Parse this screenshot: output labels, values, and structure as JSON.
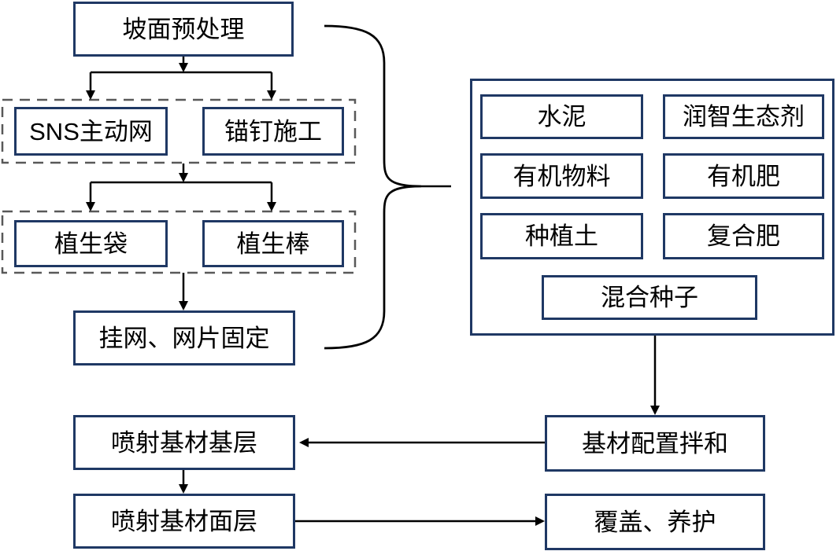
{
  "diagram": {
    "type": "flowchart",
    "language": "zh-CN",
    "colors": {
      "box_border": "#1f3864",
      "dashed_group_border": "#595959",
      "connector_line": "#000000",
      "text": "#000000",
      "background": "#ffffff"
    },
    "nodes": {
      "slope_pretreatment": {
        "label": "坡面预处理"
      },
      "sns_active_net": {
        "label": "SNS主动网"
      },
      "anchor_bolt_construction": {
        "label": "锚钉施工"
      },
      "vegetation_bag": {
        "label": "植生袋"
      },
      "vegetation_rod": {
        "label": "植生棒"
      },
      "hang_net_fixing": {
        "label": "挂网、网片固定"
      },
      "cement": {
        "label": "水泥"
      },
      "runzhi_eco_agent": {
        "label": "润智生态剂"
      },
      "organic_material": {
        "label": "有机物料"
      },
      "organic_fertilizer": {
        "label": "有机肥"
      },
      "planting_soil": {
        "label": "种植土"
      },
      "compound_fertilizer": {
        "label": "复合肥"
      },
      "mixed_seeds": {
        "label": "混合种子"
      },
      "substrate_mixing": {
        "label": "基材配置拌和"
      },
      "spray_substrate_base": {
        "label": "喷射基材基层"
      },
      "spray_substrate_surface": {
        "label": "喷射基材面层"
      },
      "cover_maintenance": {
        "label": "覆盖、养护"
      }
    },
    "groups": [
      {
        "name": "dashed_group_1",
        "members": [
          "sns_active_net",
          "anchor_bolt_construction"
        ],
        "style": "dashed"
      },
      {
        "name": "dashed_group_2",
        "members": [
          "vegetation_bag",
          "vegetation_rod"
        ],
        "style": "dashed"
      },
      {
        "name": "materials_panel",
        "members": [
          "cement",
          "runzhi_eco_agent",
          "organic_material",
          "organic_fertilizer",
          "planting_soil",
          "compound_fertilizer",
          "mixed_seeds"
        ],
        "style": "solid"
      }
    ],
    "edges": [
      {
        "from": "slope_pretreatment",
        "to": "sns_active_net",
        "type": "arrow"
      },
      {
        "from": "slope_pretreatment",
        "to": "anchor_bolt_construction",
        "type": "arrow"
      },
      {
        "from": "dashed_group_1",
        "to": "vegetation_bag",
        "type": "arrow"
      },
      {
        "from": "dashed_group_1",
        "to": "vegetation_rod",
        "type": "arrow"
      },
      {
        "from": "dashed_group_2",
        "to": "hang_net_fixing",
        "type": "arrow"
      },
      {
        "from": "left_flow (slope_pretreatment ~ hang_net_fixing)",
        "to": "materials_panel",
        "type": "curly_brace"
      },
      {
        "from": "materials_panel",
        "to": "substrate_mixing",
        "type": "arrow"
      },
      {
        "from": "substrate_mixing",
        "to": "spray_substrate_base",
        "type": "arrow"
      },
      {
        "from": "spray_substrate_base",
        "to": "spray_substrate_surface",
        "type": "arrow"
      },
      {
        "from": "spray_substrate_surface",
        "to": "cover_maintenance",
        "type": "arrow"
      }
    ]
  }
}
